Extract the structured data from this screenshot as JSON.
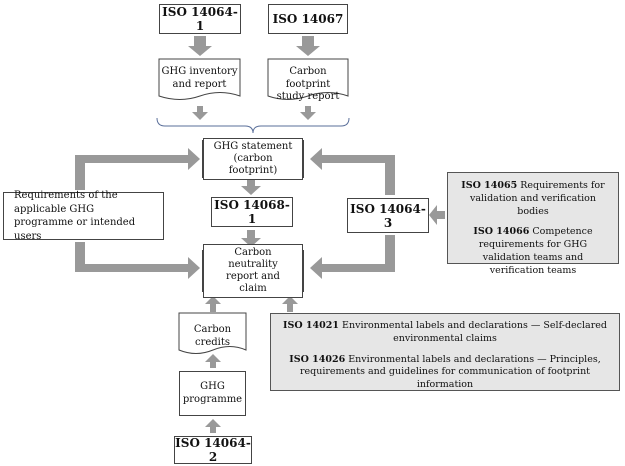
{
  "standards": {
    "iso_14064_1": "ISO 14064-1",
    "iso_14067": "ISO 14067",
    "iso_14068_1": "ISO 14068-1",
    "iso_14064_3": "ISO 14064-3",
    "iso_14064_2": "ISO 14064-2"
  },
  "documents": {
    "ghg_inventory": [
      "GHG inventory",
      "and report"
    ],
    "carbon_footprint_study": [
      "Carbon footprint",
      "study report"
    ],
    "carbon_credits": [
      "Carbon credits"
    ]
  },
  "nodes": {
    "ghg_statement": [
      "GHG statement",
      "(carbon footprint)"
    ],
    "carbon_neutrality": [
      "Carbon neutrality",
      "report and claim"
    ],
    "ghg_programme": [
      "GHG",
      "programme"
    ],
    "requirements": [
      "Requirements of the applicable GHG",
      "programme or intended users"
    ]
  },
  "validation_panel": {
    "items": [
      {
        "code": "ISO 14065",
        "text": "Requirements for validation and verification bodies"
      },
      {
        "code": "ISO 14066",
        "text": "Competence requirements for GHG validation teams and verification teams"
      }
    ]
  },
  "labels_panel": {
    "items": [
      {
        "code": "ISO 14021",
        "text": "Environmental labels and declarations — Self-declared environmental claims"
      },
      {
        "code": "ISO 14026",
        "text": "Environmental labels and declarations — Principles, requirements and guidelines for communication of footprint information"
      }
    ]
  },
  "colors": {
    "arrow": "#999999",
    "panel_fill": "#e6e6e6",
    "border": "#444444"
  }
}
